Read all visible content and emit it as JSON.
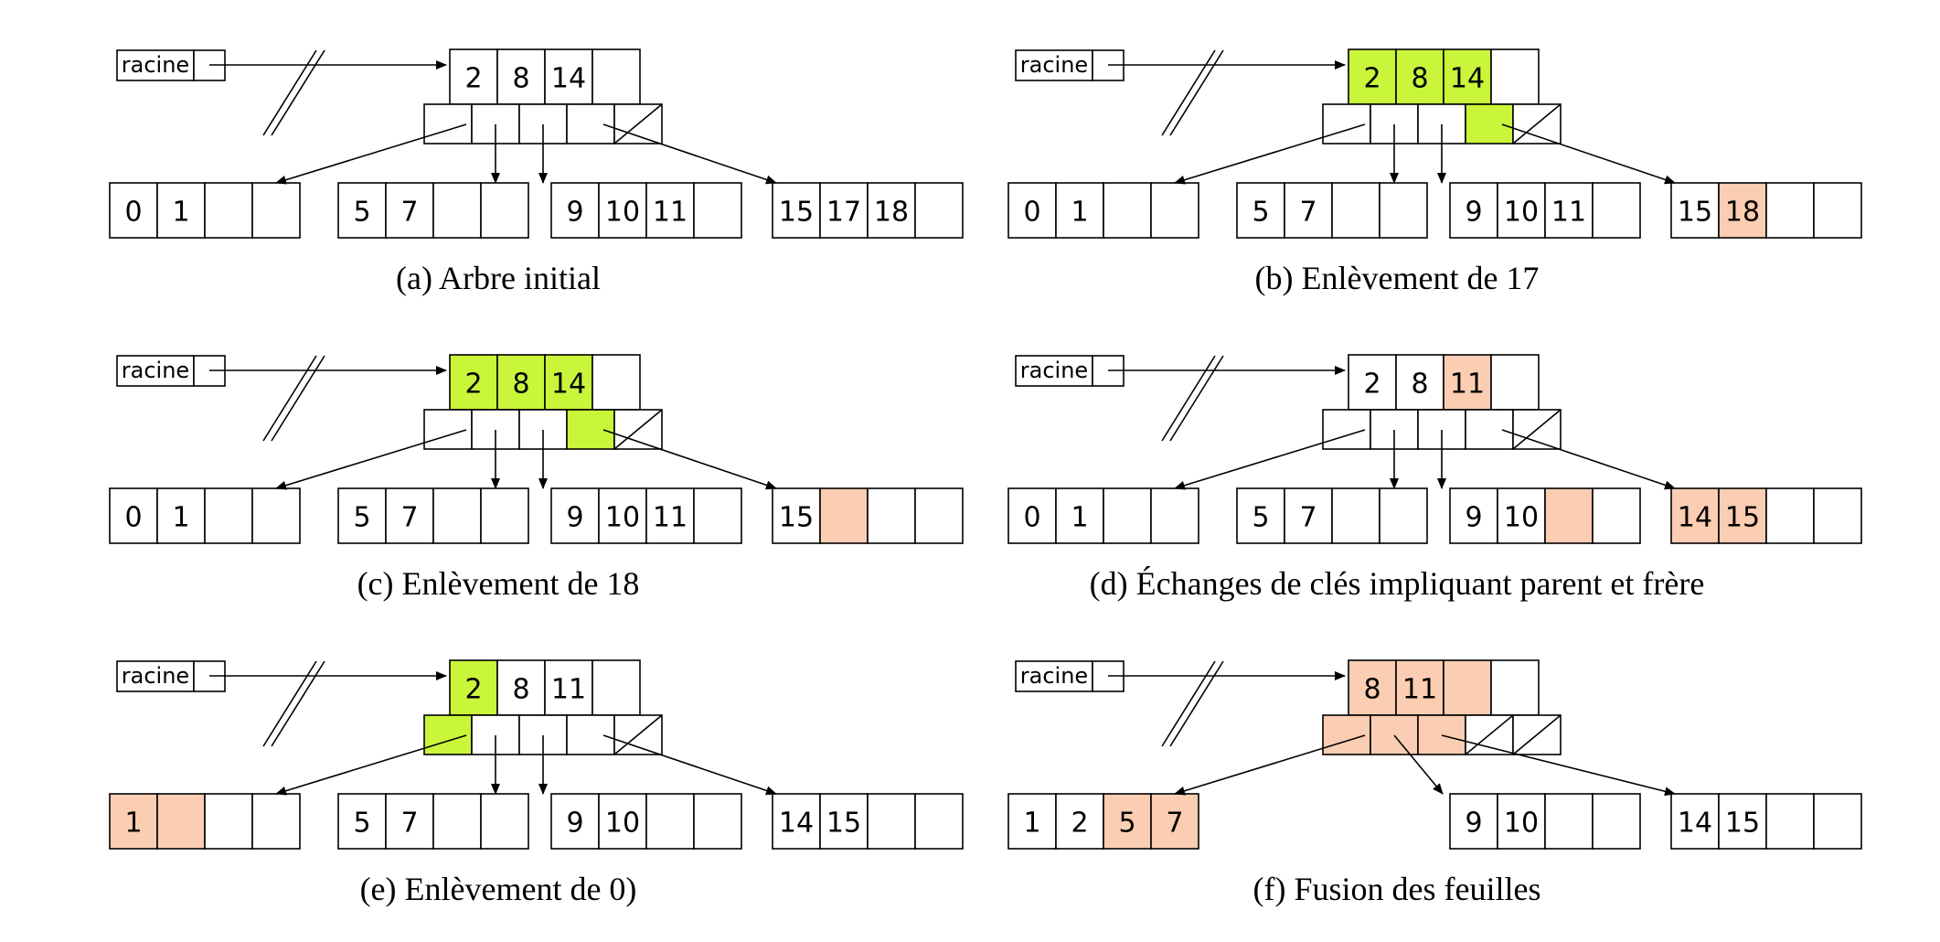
{
  "colors": {
    "cell": "#ffffff",
    "visited": "#c9f53a",
    "modified": "#fbcdb2",
    "stroke": "#000000"
  },
  "root_label": "racine",
  "panels": [
    {
      "caption": "(a) Arbre initial",
      "root": {
        "keys": [
          "2",
          "8",
          "14",
          ""
        ],
        "key_fills": [
          "cell",
          "cell",
          "cell",
          "cell"
        ],
        "ptr_fills": [
          "cell",
          "cell",
          "cell",
          "cell",
          "cell"
        ],
        "ptr_null": [
          false,
          false,
          false,
          false,
          true
        ],
        "edges": [
          {
            "from": 0,
            "to": 0
          },
          {
            "from": 1,
            "to": 1
          },
          {
            "from": 2,
            "to": 2
          },
          {
            "from": 3,
            "to": 3
          }
        ]
      },
      "leaves": [
        {
          "slot": 0,
          "keys": [
            "0",
            "1",
            "",
            ""
          ],
          "fills": [
            "cell",
            "cell",
            "cell",
            "cell"
          ]
        },
        {
          "slot": 1,
          "keys": [
            "5",
            "7",
            "",
            ""
          ],
          "fills": [
            "cell",
            "cell",
            "cell",
            "cell"
          ]
        },
        {
          "slot": 2,
          "keys": [
            "9",
            "10",
            "11",
            ""
          ],
          "fills": [
            "cell",
            "cell",
            "cell",
            "cell"
          ]
        },
        {
          "slot": 3,
          "keys": [
            "15",
            "17",
            "18",
            ""
          ],
          "fills": [
            "cell",
            "cell",
            "cell",
            "cell"
          ]
        }
      ]
    },
    {
      "caption": "(b) Enlèvement de 17",
      "root": {
        "keys": [
          "2",
          "8",
          "14",
          ""
        ],
        "key_fills": [
          "visited",
          "visited",
          "visited",
          "cell"
        ],
        "ptr_fills": [
          "cell",
          "cell",
          "cell",
          "visited",
          "cell"
        ],
        "ptr_null": [
          false,
          false,
          false,
          false,
          true
        ],
        "edges": [
          {
            "from": 0,
            "to": 0
          },
          {
            "from": 1,
            "to": 1
          },
          {
            "from": 2,
            "to": 2
          },
          {
            "from": 3,
            "to": 3
          }
        ]
      },
      "leaves": [
        {
          "slot": 0,
          "keys": [
            "0",
            "1",
            "",
            ""
          ],
          "fills": [
            "cell",
            "cell",
            "cell",
            "cell"
          ]
        },
        {
          "slot": 1,
          "keys": [
            "5",
            "7",
            "",
            ""
          ],
          "fills": [
            "cell",
            "cell",
            "cell",
            "cell"
          ]
        },
        {
          "slot": 2,
          "keys": [
            "9",
            "10",
            "11",
            ""
          ],
          "fills": [
            "cell",
            "cell",
            "cell",
            "cell"
          ]
        },
        {
          "slot": 3,
          "keys": [
            "15",
            "18",
            "",
            ""
          ],
          "fills": [
            "cell",
            "modified",
            "cell",
            "cell"
          ]
        }
      ]
    },
    {
      "caption": "(c) Enlèvement de 18",
      "root": {
        "keys": [
          "2",
          "8",
          "14",
          ""
        ],
        "key_fills": [
          "visited",
          "visited",
          "visited",
          "cell"
        ],
        "ptr_fills": [
          "cell",
          "cell",
          "cell",
          "visited",
          "cell"
        ],
        "ptr_null": [
          false,
          false,
          false,
          false,
          true
        ],
        "edges": [
          {
            "from": 0,
            "to": 0
          },
          {
            "from": 1,
            "to": 1
          },
          {
            "from": 2,
            "to": 2
          },
          {
            "from": 3,
            "to": 3
          }
        ]
      },
      "leaves": [
        {
          "slot": 0,
          "keys": [
            "0",
            "1",
            "",
            ""
          ],
          "fills": [
            "cell",
            "cell",
            "cell",
            "cell"
          ]
        },
        {
          "slot": 1,
          "keys": [
            "5",
            "7",
            "",
            ""
          ],
          "fills": [
            "cell",
            "cell",
            "cell",
            "cell"
          ]
        },
        {
          "slot": 2,
          "keys": [
            "9",
            "10",
            "11",
            ""
          ],
          "fills": [
            "cell",
            "cell",
            "cell",
            "cell"
          ]
        },
        {
          "slot": 3,
          "keys": [
            "15",
            "",
            "",
            ""
          ],
          "fills": [
            "cell",
            "modified",
            "cell",
            "cell"
          ]
        }
      ]
    },
    {
      "caption": "(d) Échanges de clés impliquant parent et frère",
      "root": {
        "keys": [
          "2",
          "8",
          "11",
          ""
        ],
        "key_fills": [
          "cell",
          "cell",
          "modified",
          "cell"
        ],
        "ptr_fills": [
          "cell",
          "cell",
          "cell",
          "cell",
          "cell"
        ],
        "ptr_null": [
          false,
          false,
          false,
          false,
          true
        ],
        "edges": [
          {
            "from": 0,
            "to": 0
          },
          {
            "from": 1,
            "to": 1
          },
          {
            "from": 2,
            "to": 2
          },
          {
            "from": 3,
            "to": 3
          }
        ]
      },
      "leaves": [
        {
          "slot": 0,
          "keys": [
            "0",
            "1",
            "",
            ""
          ],
          "fills": [
            "cell",
            "cell",
            "cell",
            "cell"
          ]
        },
        {
          "slot": 1,
          "keys": [
            "5",
            "7",
            "",
            ""
          ],
          "fills": [
            "cell",
            "cell",
            "cell",
            "cell"
          ]
        },
        {
          "slot": 2,
          "keys": [
            "9",
            "10",
            "",
            ""
          ],
          "fills": [
            "cell",
            "cell",
            "modified",
            "cell"
          ]
        },
        {
          "slot": 3,
          "keys": [
            "14",
            "15",
            "",
            ""
          ],
          "fills": [
            "modified",
            "modified",
            "cell",
            "cell"
          ]
        }
      ]
    },
    {
      "caption": "(e) Enlèvement de 0)",
      "root": {
        "keys": [
          "2",
          "8",
          "11",
          ""
        ],
        "key_fills": [
          "visited",
          "cell",
          "cell",
          "cell"
        ],
        "ptr_fills": [
          "visited",
          "cell",
          "cell",
          "cell",
          "cell"
        ],
        "ptr_null": [
          false,
          false,
          false,
          false,
          true
        ],
        "edges": [
          {
            "from": 0,
            "to": 0
          },
          {
            "from": 1,
            "to": 1
          },
          {
            "from": 2,
            "to": 2
          },
          {
            "from": 3,
            "to": 3
          }
        ]
      },
      "leaves": [
        {
          "slot": 0,
          "keys": [
            "1",
            "",
            "",
            ""
          ],
          "fills": [
            "modified",
            "modified",
            "cell",
            "cell"
          ]
        },
        {
          "slot": 1,
          "keys": [
            "5",
            "7",
            "",
            ""
          ],
          "fills": [
            "cell",
            "cell",
            "cell",
            "cell"
          ]
        },
        {
          "slot": 2,
          "keys": [
            "9",
            "10",
            "",
            ""
          ],
          "fills": [
            "cell",
            "cell",
            "cell",
            "cell"
          ]
        },
        {
          "slot": 3,
          "keys": [
            "14",
            "15",
            "",
            ""
          ],
          "fills": [
            "cell",
            "cell",
            "cell",
            "cell"
          ]
        }
      ]
    },
    {
      "caption": "(f) Fusion des feuilles",
      "root": {
        "keys": [
          "8",
          "11",
          "",
          ""
        ],
        "key_fills": [
          "modified",
          "modified",
          "modified",
          "cell"
        ],
        "ptr_fills": [
          "modified",
          "modified",
          "modified",
          "cell",
          "cell"
        ],
        "ptr_null": [
          false,
          false,
          false,
          true,
          true
        ],
        "edges": [
          {
            "from": 0,
            "to": 0
          },
          {
            "from": 1,
            "to": 2
          },
          {
            "from": 2,
            "to": 3
          }
        ]
      },
      "leaves": [
        {
          "slot": 0,
          "keys": [
            "1",
            "2",
            "5",
            "7"
          ],
          "fills": [
            "cell",
            "cell",
            "modified",
            "modified"
          ]
        },
        {
          "slot": 2,
          "keys": [
            "9",
            "10",
            "",
            ""
          ],
          "fills": [
            "cell",
            "cell",
            "cell",
            "cell"
          ]
        },
        {
          "slot": 3,
          "keys": [
            "14",
            "15",
            "",
            ""
          ],
          "fills": [
            "cell",
            "cell",
            "cell",
            "cell"
          ]
        }
      ]
    }
  ]
}
